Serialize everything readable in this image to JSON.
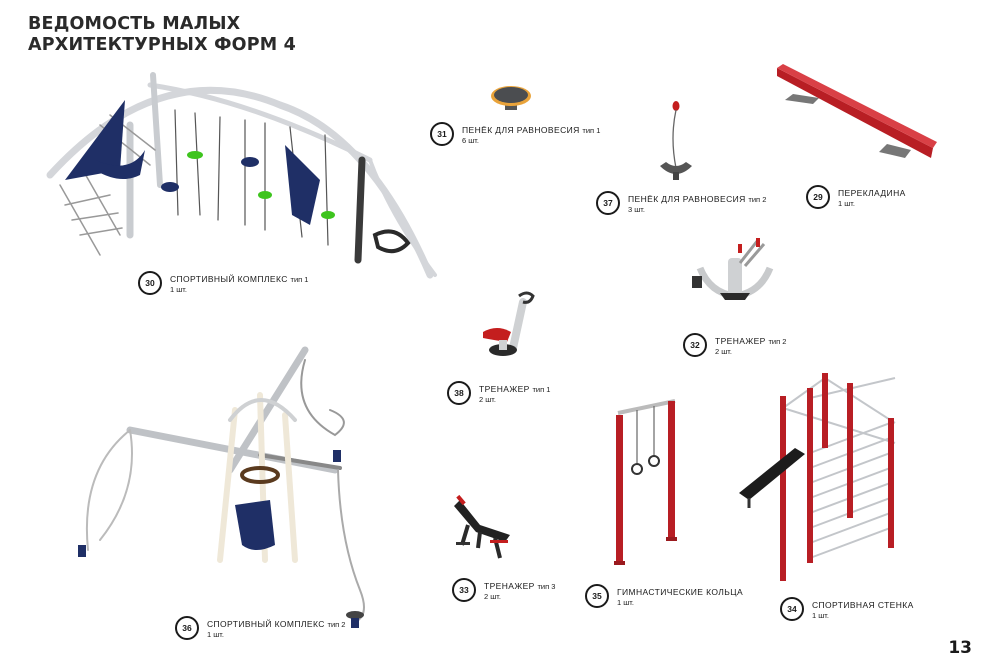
{
  "header": {
    "title_line1": "ВЕДОМОСТЬ МАЛЫХ",
    "title_line2": "АРХИТЕКТУРНЫХ ФОРМ 4"
  },
  "page_number": "13",
  "items": {
    "i30": {
      "number": "30",
      "name": "СПОРТИВНЫЙ КОМПЛЕКС",
      "type": "тип 1",
      "qty": "1 шт."
    },
    "i31": {
      "number": "31",
      "name": "ПЕНЁК ДЛЯ РАВНОВЕСИЯ",
      "type": "тип 1",
      "qty": "6 шт."
    },
    "i37": {
      "number": "37",
      "name": "ПЕНЁК ДЛЯ РАВНОВЕСИЯ",
      "type": "тип 2",
      "qty": "3 шт."
    },
    "i29": {
      "number": "29",
      "name": "ПЕРЕКЛАДИНА",
      "type": "",
      "qty": "1 шт."
    },
    "i32": {
      "number": "32",
      "name": "ТРЕНАЖЕР",
      "type": "тип 2",
      "qty": "2 шт."
    },
    "i38": {
      "number": "38",
      "name": "ТРЕНАЖЕР",
      "type": "тип 1",
      "qty": "2 шт."
    },
    "i33": {
      "number": "33",
      "name": "ТРЕНАЖЕР",
      "type": "тип 3",
      "qty": "2 шт."
    },
    "i35": {
      "number": "35",
      "name": "ГИМНАСТИЧЕСКИЕ КОЛЬЦА",
      "type": "",
      "qty": "1 шт."
    },
    "i34": {
      "number": "34",
      "name": "СПОРТИВНАЯ СТЕНКА",
      "type": "",
      "qty": "1 шт."
    },
    "i36": {
      "number": "36",
      "name": "СПОРТИВНЫЙ КОМПЛЕКС",
      "type": "тип 2",
      "qty": "1 шт."
    }
  }
}
